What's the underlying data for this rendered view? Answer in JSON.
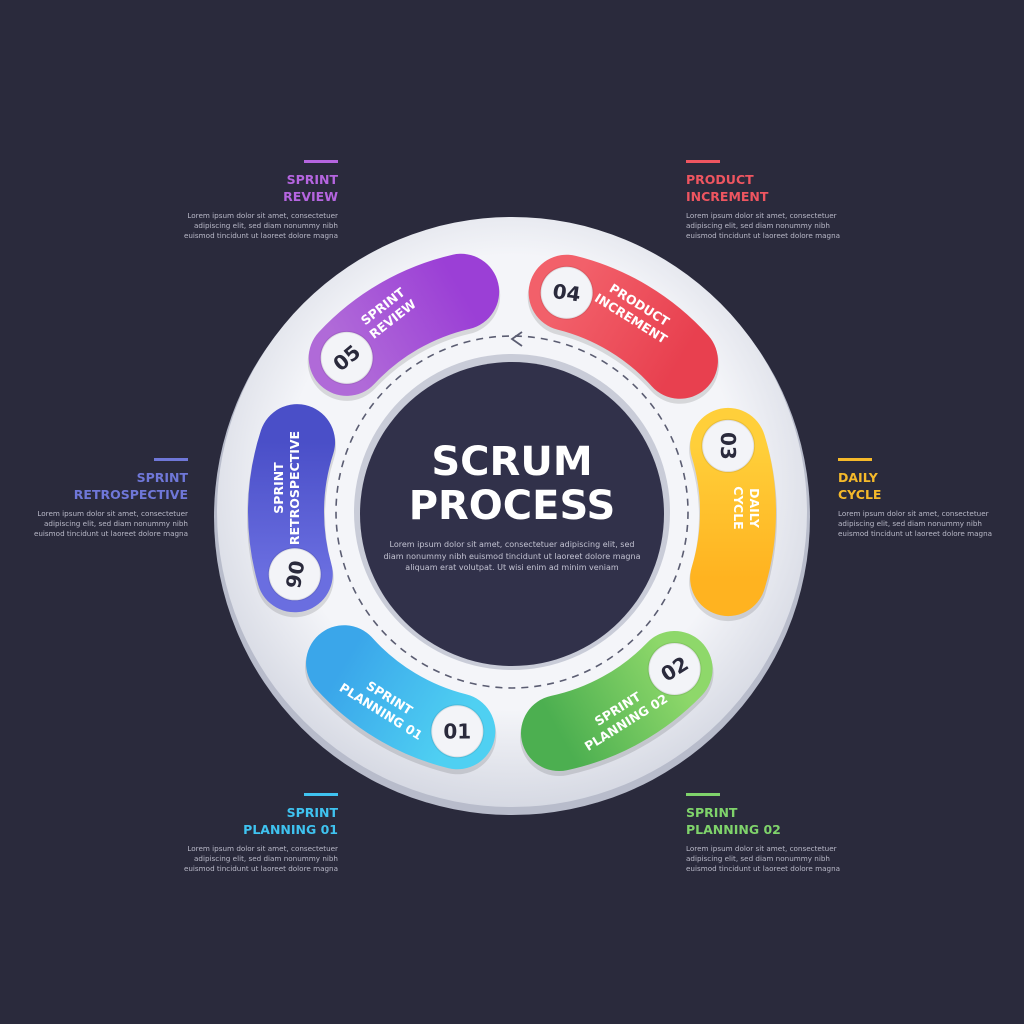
{
  "center": {
    "title": "SCRUM\nPROCESS",
    "description": "Lorem ipsum dolor sit amet, consectetuer adipiscing elit, sed diam nonummy nibh euismod tincidunt ut laoreet dolore magna aliquam erat volutpat. Ut wisi enim ad minim veniam"
  },
  "steps": [
    {
      "number": "01",
      "label": "SPRINT\nPLANNING 01",
      "title": "SPRINT\nPLANNING 01",
      "description": "Lorem ipsum dolor sit amet, consectetuer adipiscing elit, sed diam nonummy nibh euismod tincidunt ut laoreet dolore magna",
      "color": "#3aa6ea",
      "color2": "#4fd0f2"
    },
    {
      "number": "02",
      "label": "SPRINT\nPLANNING 02",
      "title": "SPRINT\nPLANNING 02",
      "description": "Lorem ipsum dolor sit amet, consectetuer adipiscing elit, sed diam nonummy nibh euismod tincidunt ut laoreet dolore magna",
      "color": "#4caf50",
      "color2": "#8ed86a"
    },
    {
      "number": "03",
      "label": "DAILY\nCYCLE",
      "title": "DAILY\nCYCLE",
      "description": "Lorem ipsum dolor sit amet, consectetuer adipiscing elit, sed diam nonummy nibh euismod tincidunt ut laoreet dolore magna",
      "color": "#ffb320",
      "color2": "#ffcf3a"
    },
    {
      "number": "04",
      "label": "PRODUCT\nINCREMENT",
      "title": "PRODUCT\nINCREMENT",
      "description": "Lorem ipsum dolor sit amet, consectetuer adipiscing elit, sed diam nonummy nibh euismod tincidunt ut laoreet dolore magna",
      "color": "#e8404f",
      "color2": "#f2606a"
    },
    {
      "number": "05",
      "label": "SPRINT\nREVIEW",
      "title": "SPRINT\nREVIEW",
      "description": "Lorem ipsum dolor sit amet, consectetuer adipiscing elit, sed diam nonummy nibh euismod tincidunt ut laoreet dolore magna",
      "color": "#9b3fd6",
      "color2": "#b06ad8"
    },
    {
      "number": "06",
      "label": "SPRINT\nRETROSPECTIVE",
      "title": "SPRINT\nRETROSPECTIVE",
      "description": "Lorem ipsum dolor sit amet, consectetuer adipiscing elit, sed diam nonummy nibh euismod tincidunt ut laoreet dolore magna",
      "color": "#4a4fc8",
      "color2": "#6a6ee0"
    }
  ],
  "title_colors": {
    "01": "#3fc3f0",
    "02": "#7fd36b",
    "03": "#f5b92a",
    "04": "#ee5560",
    "05": "#b565e0",
    "06": "#6f77d8"
  }
}
